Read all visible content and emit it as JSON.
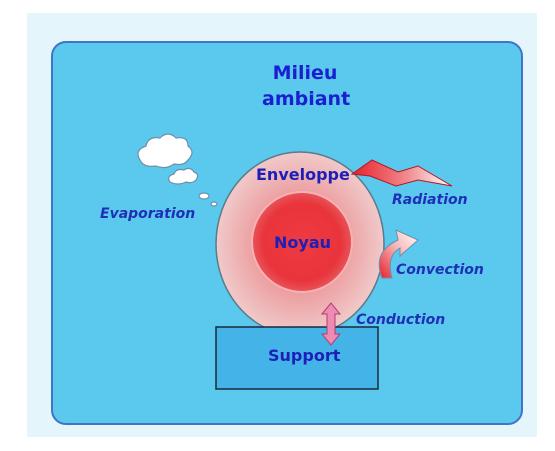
{
  "diagram": {
    "title_line1": "Milieu",
    "title_line2": "ambiant",
    "labels": {
      "envelope": "Enveloppe",
      "core": "Noyau",
      "support": "Support",
      "evaporation": "Evaporation",
      "radiation": "Radiation",
      "convection": "Convection",
      "conduction": "Conduction"
    },
    "colors": {
      "outer_bg": "#e4f5fb",
      "panel": "#5bc8ee",
      "panel_border": "#3f74c8",
      "text": "#1c1fb8",
      "core_red": "#e8202a",
      "support": "#44b4e8",
      "arrow_pink": "#ee8ab4"
    },
    "icons": [
      "cloud-icon",
      "lightning-bolt-icon",
      "curved-arrow-icon",
      "double-arrow-icon"
    ]
  }
}
